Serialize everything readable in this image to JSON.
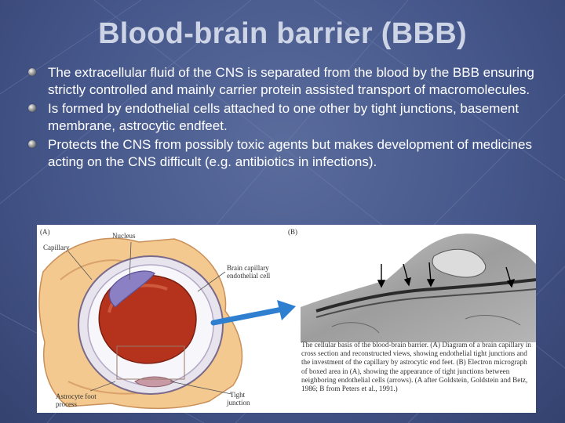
{
  "slide": {
    "title": "Blood-brain barrier (BBB)",
    "bullets": [
      "The extracellular fluid of the CNS is separated from the blood by the BBB ensuring strictly controlled and mainly carrier protein assisted transport of macromolecules.",
      "Is formed by endothelial cells attached to one other by tight junctions, basement membrane, astrocytic endfeet.",
      "Protects the CNS from possibly toxic agents but makes development of medicines acting on the CNS difficult (e.g. antibiotics in infections)."
    ]
  },
  "figure": {
    "panel_a": "(A)",
    "panel_b": "(B)",
    "labels": {
      "nucleus": "Nucleus",
      "capillary": "Capillary",
      "brain_capillary_1": "Brain capillary",
      "brain_capillary_2": "endothelial cell",
      "astrocyte_1": "Astrocyte foot",
      "astrocyte_2": "process",
      "tight_1": "Tight",
      "tight_2": "junction"
    },
    "caption": "The cellular basis of the blood-brain barrier. (A) Diagram of a brain capillary in cross section and reconstructed views, showing endothelial tight junctions and the investment of the capillary by astrocytic end feet. (B) Electron micrograph of boxed area in (A), showing the appearance of tight junctions between neighboring endothelial cells (arrows). (A after Goldstein, Goldstein and Betz, 1986; B from Peters et al., 1991.)"
  },
  "colors": {
    "background": "#45568a",
    "title": "#cdd4e6",
    "text": "#ffffff",
    "arrow": "#2f7fd0"
  }
}
